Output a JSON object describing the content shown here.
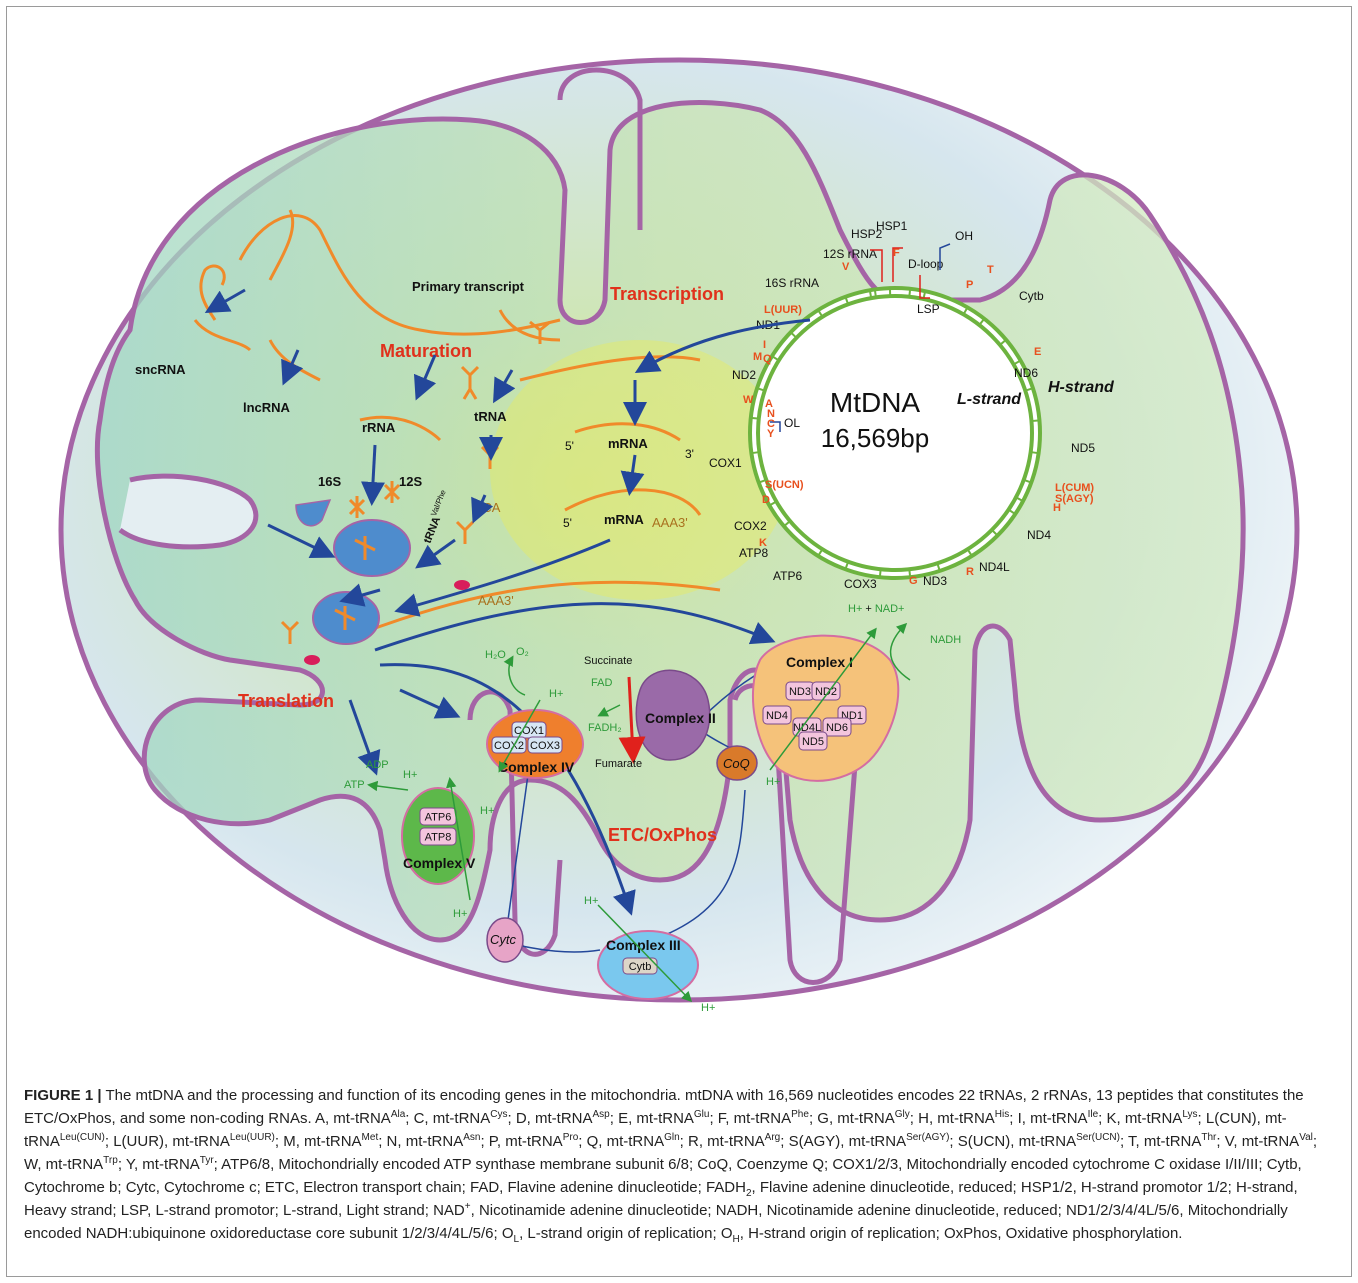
{
  "figure": {
    "mtdna_title": "MtDNA",
    "mtdna_size": "16,569bp",
    "l_strand": "L-strand",
    "h_strand": "H-strand",
    "processes": {
      "transcription": "Transcription",
      "maturation": "Maturation",
      "translation": "Translation",
      "etc": "ETC/OxPhos"
    },
    "rna": {
      "primary_transcript": "Primary transcript",
      "sncrna": "sncRNA",
      "lncrna": "lncRNA",
      "rrna": "rRNA",
      "trna": "tRNA",
      "mrna_top": "mRNA",
      "mrna_bottom": "mRNA",
      "five_prime_top": "5'",
      "three_prime_top": "3'",
      "five_prime_bottom": "5'",
      "poly_a_bottom": "AAA3'",
      "poly_a_ribosome": "AAA3'",
      "s16": "16S",
      "s12": "12S",
      "trna_val_phe": "tRNA",
      "trna_val_phe_sup": "Val/Phe",
      "cca": "CCA"
    },
    "genes_black": {
      "hsp2": "HSP2",
      "hsp1": "HSP1",
      "oh": "OH",
      "rrna12s": "12S rRNA",
      "dloop": "D-loop",
      "rrna16s": "16S rRNA",
      "lsp": "LSP",
      "cytb": "Cytb",
      "nd1": "ND1",
      "nd2": "ND2",
      "nd6": "ND6",
      "ol": "OL",
      "cox1": "COX1",
      "nd5": "ND5",
      "cox2": "COX2",
      "atp8": "ATP8",
      "nd4": "ND4",
      "atp6": "ATP6",
      "nd4l": "ND4L",
      "cox3": "COX3",
      "nd3": "ND3"
    },
    "trnas": {
      "v": "V",
      "f": "F",
      "t": "T",
      "p": "P",
      "luur": "L(UUR)",
      "i": "I",
      "m": "M",
      "q": "Q",
      "e": "E",
      "w": "W",
      "a": "A",
      "n": "N",
      "c": "C",
      "y": "Y",
      "sucn": "S(UCN)",
      "d": "D",
      "lcum": "L(CUM)",
      "sagy": "S(AGY)",
      "h": "H",
      "k": "K",
      "r": "R",
      "g": "G"
    },
    "complexes": {
      "c1": "Complex I",
      "c2": "Complex II",
      "c3": "Complex III",
      "c4": "Complex IV",
      "c5": "Complex V",
      "coq": "CoQ",
      "cytc": "Cytc",
      "c1_subunits": [
        "ND3",
        "ND2",
        "ND4",
        "ND1",
        "ND4L",
        "ND6",
        "ND5"
      ],
      "c3_subunits": [
        "Cytb"
      ],
      "c4_subunits": [
        "COX1",
        "COX2",
        "COX3"
      ],
      "c5_subunits": [
        "ATP6",
        "ATP8"
      ]
    },
    "chem": {
      "hplus_nad_h": "H+",
      "hplus_nad_plus": "+",
      "hplus_nad_nad": "NAD+",
      "nadh": "NADH",
      "succinate": "Succinate",
      "fad": "FAD",
      "fadh2": "FADH₂",
      "fumarate": "Fumarate",
      "h2o": "H₂O",
      "o2": "O₂",
      "h_c4_top": "H+",
      "h_c4_bot": "H+",
      "adp": "ADP",
      "atp": "ATP",
      "h_c5_top": "H+",
      "h_c5_bot": "H+",
      "h_c1_bot": "H+",
      "h_c3_top": "H+",
      "h_c3_bot": "H+"
    },
    "colors": {
      "membrane": "#a564a6",
      "orange": "#f08a2a",
      "blue_arrow": "#23479a",
      "green_dna": "#6db33f",
      "trna_red": "#e8501e",
      "chem_green": "#2e9b3a"
    }
  },
  "caption": {
    "label": "FIGURE 1 |",
    "s01": " The mtDNA and the processing and function of its encoding genes in the mitochondria. mtDNA with 16,569 nucleotides encodes 22 tRNAs, 2 rRNAs, 13 peptides that constitutes the ETC/OxPhos, and some non-coding RNAs. A, mt-tRNA",
    "sup_ala": "Ala",
    "s02": "; C, mt-tRNA",
    "sup_cys": "Cys",
    "s03": "; D, mt-tRNA",
    "sup_asp": "Asp",
    "s04": "; E, mt-tRNA",
    "sup_glu": "Glu",
    "s05": "; F, mt-tRNA",
    "sup_phe": "Phe",
    "s06": "; G, mt-tRNA",
    "sup_gly": "Gly",
    "s07": "; H, mt-tRNA",
    "sup_his": "His",
    "s08": "; I, mt-tRNA",
    "sup_ile": "Ile",
    "s09": "; K, mt-tRNA",
    "sup_lys": "Lys",
    "s10": "; L(CUN), mt-tRNA",
    "sup_leucun": "Leu(CUN)",
    "s11": "; L(UUR), mt-tRNA",
    "sup_leuuur": "Leu(UUR)",
    "s12": "; M, mt-tRNA",
    "sup_met": "Met",
    "s13": "; N, mt-tRNA",
    "sup_asn": "Asn",
    "s14": "; P, mt-tRNA",
    "sup_pro": "Pro",
    "s15": "; Q, mt-tRNA",
    "sup_gln": "Gln",
    "s16": "; R, mt-tRNA",
    "sup_arg": "Arg",
    "s17": "; S(AGY), mt-tRNA",
    "sup_seragy": "Ser(AGY)",
    "s18": "; S(UCN), mt-tRNA",
    "sup_serucn": "Ser(UCN)",
    "s19": "; T, mt-tRNA",
    "sup_thr": "Thr",
    "s20": "; V, mt-tRNA",
    "sup_val": "Val",
    "s21": "; W, mt-tRNA",
    "sup_trp": "Trp",
    "s22": "; Y, mt-tRNA",
    "sup_tyr": "Tyr",
    "s23": "; ATP6/8, Mitochondrially encoded ATP synthase membrane subunit 6/8; CoQ, Coenzyme Q; COX1/2/3, Mitochondrially encoded cytochrome C oxidase I/II/III; Cytb, Cytochrome b; Cytc, Cytochrome c; ETC, Electron transport chain; FAD, Flavine adenine dinucleotide; FADH",
    "sub_2": "2",
    "s24": ", Flavine adenine dinucleotide, reduced; HSP1/2, H-strand promotor 1/2; H-strand, Heavy strand; LSP, L-strand promotor; L-strand, Light strand; NAD",
    "sup_plus": "+",
    "s25": ", Nicotinamide adenine dinucleotide; NADH, Nicotinamide adenine dinucleotide, reduced; ND1/2/3/4/4L/5/6, Mitochondrially encoded NADH:ubiquinone oxidoreductase core subunit 1/2/3/4/4L/5/6; O",
    "sub_l": "L",
    "s26": ", L-strand origin of replication; O",
    "sub_h": "H",
    "s27": ", H-strand origin of replication; OxPhos, Oxidative phosphorylation."
  }
}
